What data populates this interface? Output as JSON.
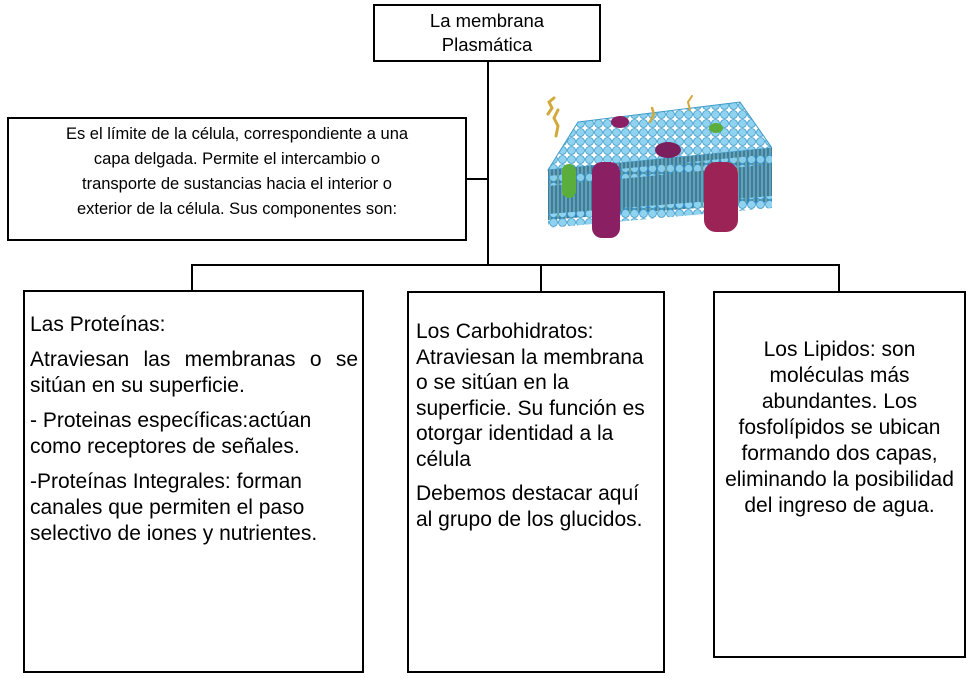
{
  "title": {
    "line1": "La membrana",
    "line2": "Plasmática"
  },
  "intro": {
    "lines": [
      "Es el límite de la célula, correspondiente a una",
      "capa delgada. Permite el intercambio o",
      "transporte de sustancias  hacia el interior o",
      "exterior de la célula.  Sus componentes son:"
    ]
  },
  "proteins": {
    "heading": "Las Proteínas:",
    "p1": "Atraviesan las membranas o se sitúan en su superficie.",
    "p2": "- Proteinas específicas:actúan como receptores de señales.",
    "p3": "-Proteínas Integrales: forman canales que permiten el paso selectivo de iones y nutrientes."
  },
  "carbohydrates": {
    "p1": "Los Carbohidratos: Atraviesan la membrana o se sitúan en la superficie. Su función es otorgar identidad a la célula",
    "p2": "Debemos destacar aquí al grupo de los glucidos."
  },
  "lipids": {
    "text": "Los Lipidos: son moléculas más abundantes. Los fosfolípidos se ubican formando dos capas, eliminando la posibilidad del ingreso de agua."
  },
  "colors": {
    "lipid_head": "#7ec8e8",
    "protein_purple": "#8a1f63",
    "protein_green": "#5cae3c",
    "protein_blue": "#2f6fb0"
  }
}
